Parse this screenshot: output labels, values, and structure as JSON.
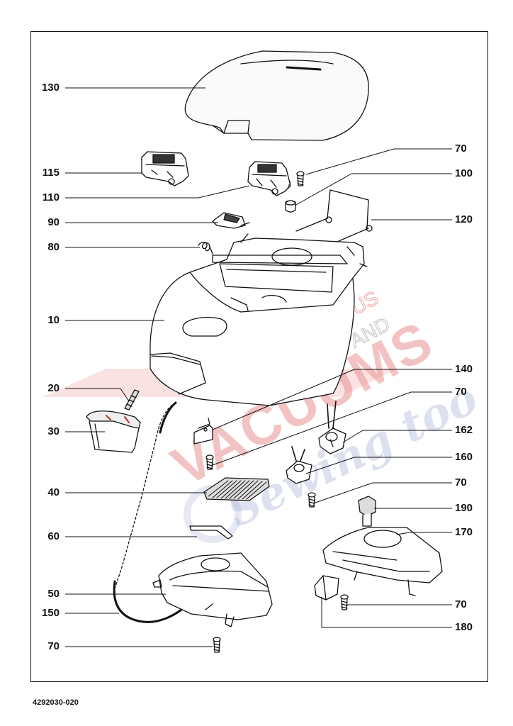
{
  "document_number": "4292030-020",
  "watermark": {
    "main_text": "VACUUMS",
    "small_text_1": "R-US",
    "small_text_2": "AND",
    "script_text": "Sewing too",
    "color_red": "#d93a3a",
    "color_blue": "#4a5fb0"
  },
  "part_labels": {
    "p130": "130",
    "p115": "115",
    "p110": "110",
    "p90": "90",
    "p80": "80",
    "p10": "10",
    "p20": "20",
    "p30": "30",
    "p40": "40",
    "p60": "60",
    "p50": "50",
    "p150": "150",
    "p70_bl": "70",
    "p70_t": "70",
    "p100": "100",
    "p120": "120",
    "p140": "140",
    "p70_m1": "70",
    "p162": "162",
    "p160": "160",
    "p70_m2": "70",
    "p190": "190",
    "p170": "170",
    "p70_br": "70",
    "p180": "180"
  }
}
